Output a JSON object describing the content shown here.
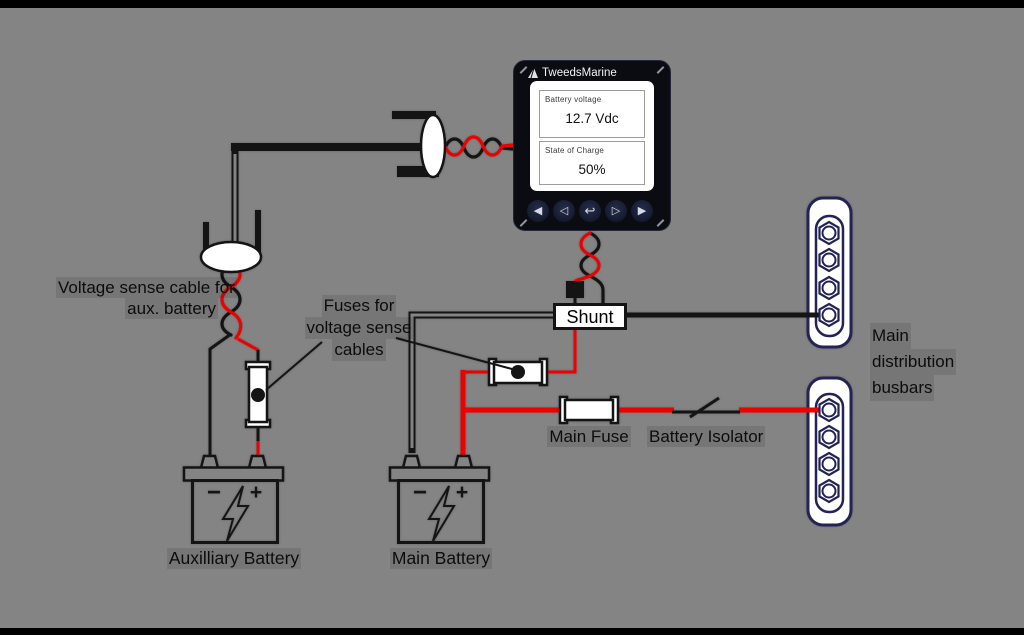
{
  "colors": {
    "background": "#848484",
    "wire_red": "#ef0000",
    "wire_black": "#141414",
    "busbar_outline": "#232355",
    "monitor_panel": "#0b0b12"
  },
  "monitor": {
    "brand": "TweedsMarine",
    "logo_icon": "sail-triangle-icon",
    "readouts": [
      {
        "label": "Battery voltage",
        "value": "12.7 Vdc"
      },
      {
        "label": "State of Charge",
        "value": "50%"
      }
    ],
    "buttons": [
      {
        "name": "back-fast",
        "glyph": "◀"
      },
      {
        "name": "back",
        "glyph": "◁"
      },
      {
        "name": "enter",
        "glyph": "↩"
      },
      {
        "name": "forward",
        "glyph": "▷"
      },
      {
        "name": "forward-fast",
        "glyph": "▶"
      }
    ]
  },
  "labels": {
    "voltage_sense": {
      "line1": "Voltage sense cable for",
      "line2": "aux. battery"
    },
    "fuse_note": {
      "line1": "Fuses for",
      "line2": "voltage sense",
      "line3": "cables"
    },
    "shunt": "Shunt",
    "main_fuse": "Main Fuse",
    "battery_isolator": "Battery Isolator",
    "busbars": {
      "line1": "Main",
      "line2": "distribution",
      "line3": "busbars"
    },
    "aux_battery": "Auxilliary Battery",
    "main_battery": "Main Battery"
  },
  "batteries": {
    "minus_symbol": "−",
    "plus_symbol": "+"
  },
  "busbars": {
    "count": 2,
    "studs_per_bar": 4
  }
}
